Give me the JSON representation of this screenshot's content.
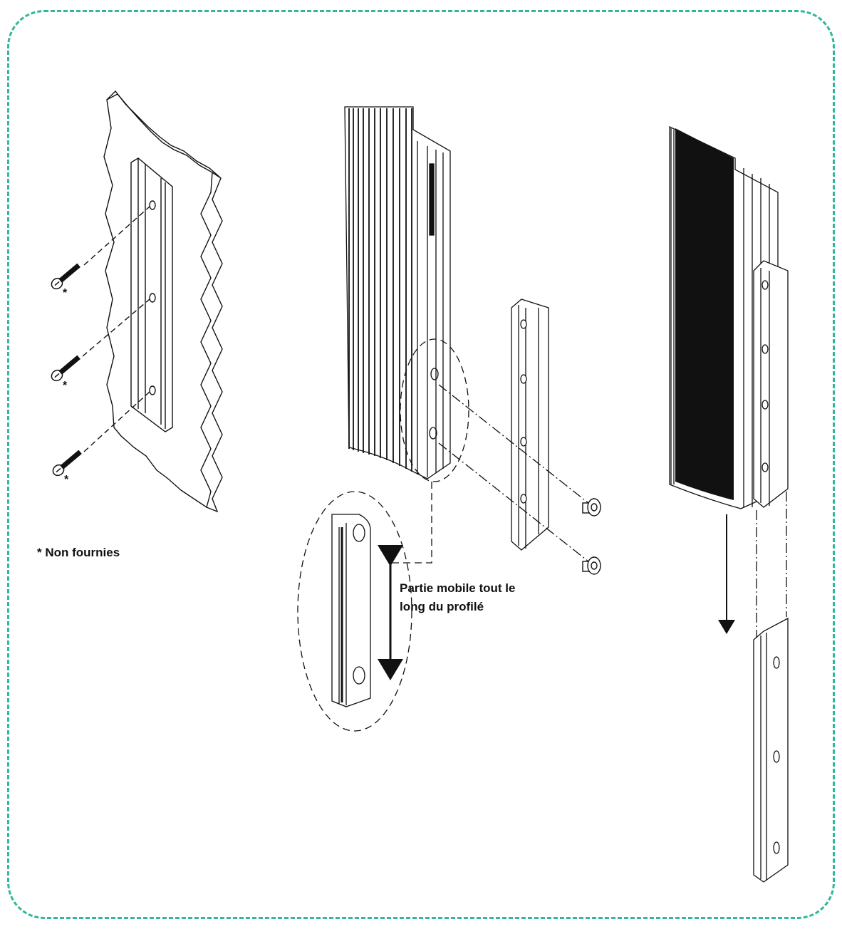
{
  "labels": {
    "not_supplied": "* Non fournies",
    "mobile_line1": "Partie mobile tout le",
    "mobile_line2": "long du profilé",
    "asterisk": "*"
  },
  "colors": {
    "frame": "#2fb89a",
    "ink": "#111111",
    "background": "#ffffff"
  },
  "steps": [
    {
      "name": "wall-bracket-fixing",
      "screws": 3
    },
    {
      "name": "bracket-insert-into-profile",
      "screws": 2
    },
    {
      "name": "profile-slide-down-onto-bracket"
    }
  ]
}
